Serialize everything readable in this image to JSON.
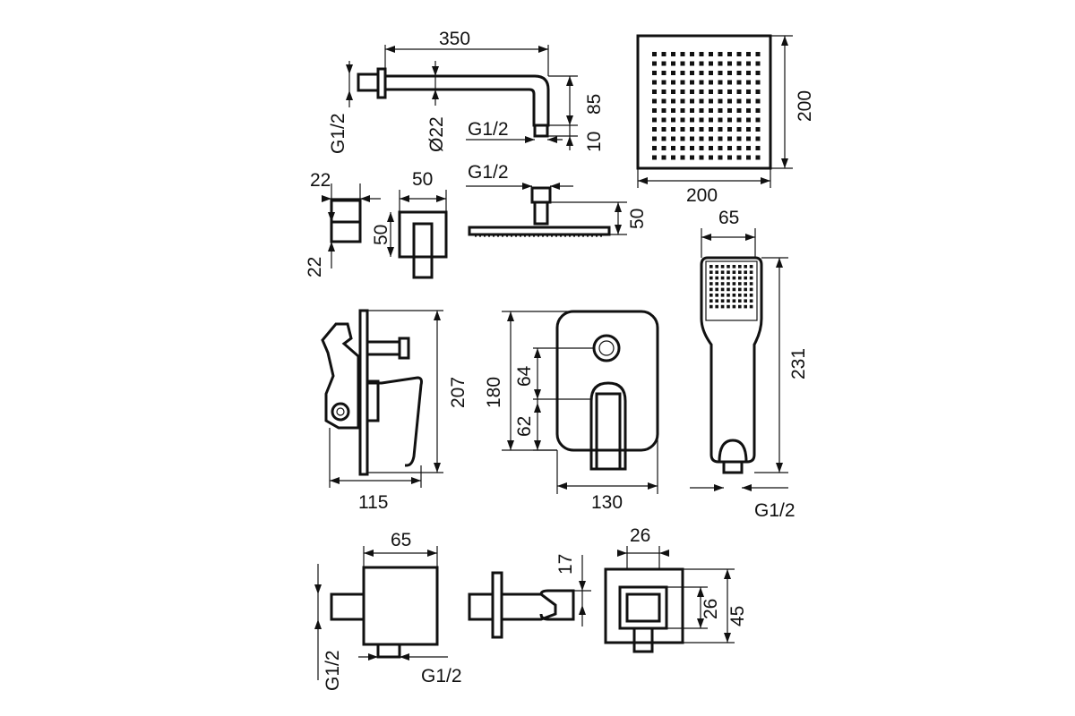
{
  "diagram": {
    "shower_arm": {
      "length": "350",
      "drop": "85",
      "tip": "10",
      "diameter": "Ø22",
      "wall_thread": "G1/2",
      "outlet_thread": "G1/2"
    },
    "overhead_shower": {
      "width": "200",
      "height": "200"
    },
    "wall_flange": {
      "width": "22",
      "height": "22"
    },
    "lever": {
      "width": "50",
      "height": "50"
    },
    "head_side": {
      "thread": "G1/2",
      "height": "50"
    },
    "hand_shower": {
      "width": "65",
      "length": "231",
      "thread": "G1/2"
    },
    "mixer_side": {
      "depth": "115",
      "height": "207"
    },
    "mixer_front": {
      "height": "180",
      "upper_spacing": "64",
      "lower_spacing": "62",
      "width": "130"
    },
    "wall_outlet": {
      "width": "65",
      "wall_thread": "G1/2",
      "outlet_thread": "G1/2"
    },
    "holder_side": {
      "height": "17"
    },
    "holder_front": {
      "width": "26",
      "inner_height": "26",
      "outer_height": "45"
    }
  }
}
